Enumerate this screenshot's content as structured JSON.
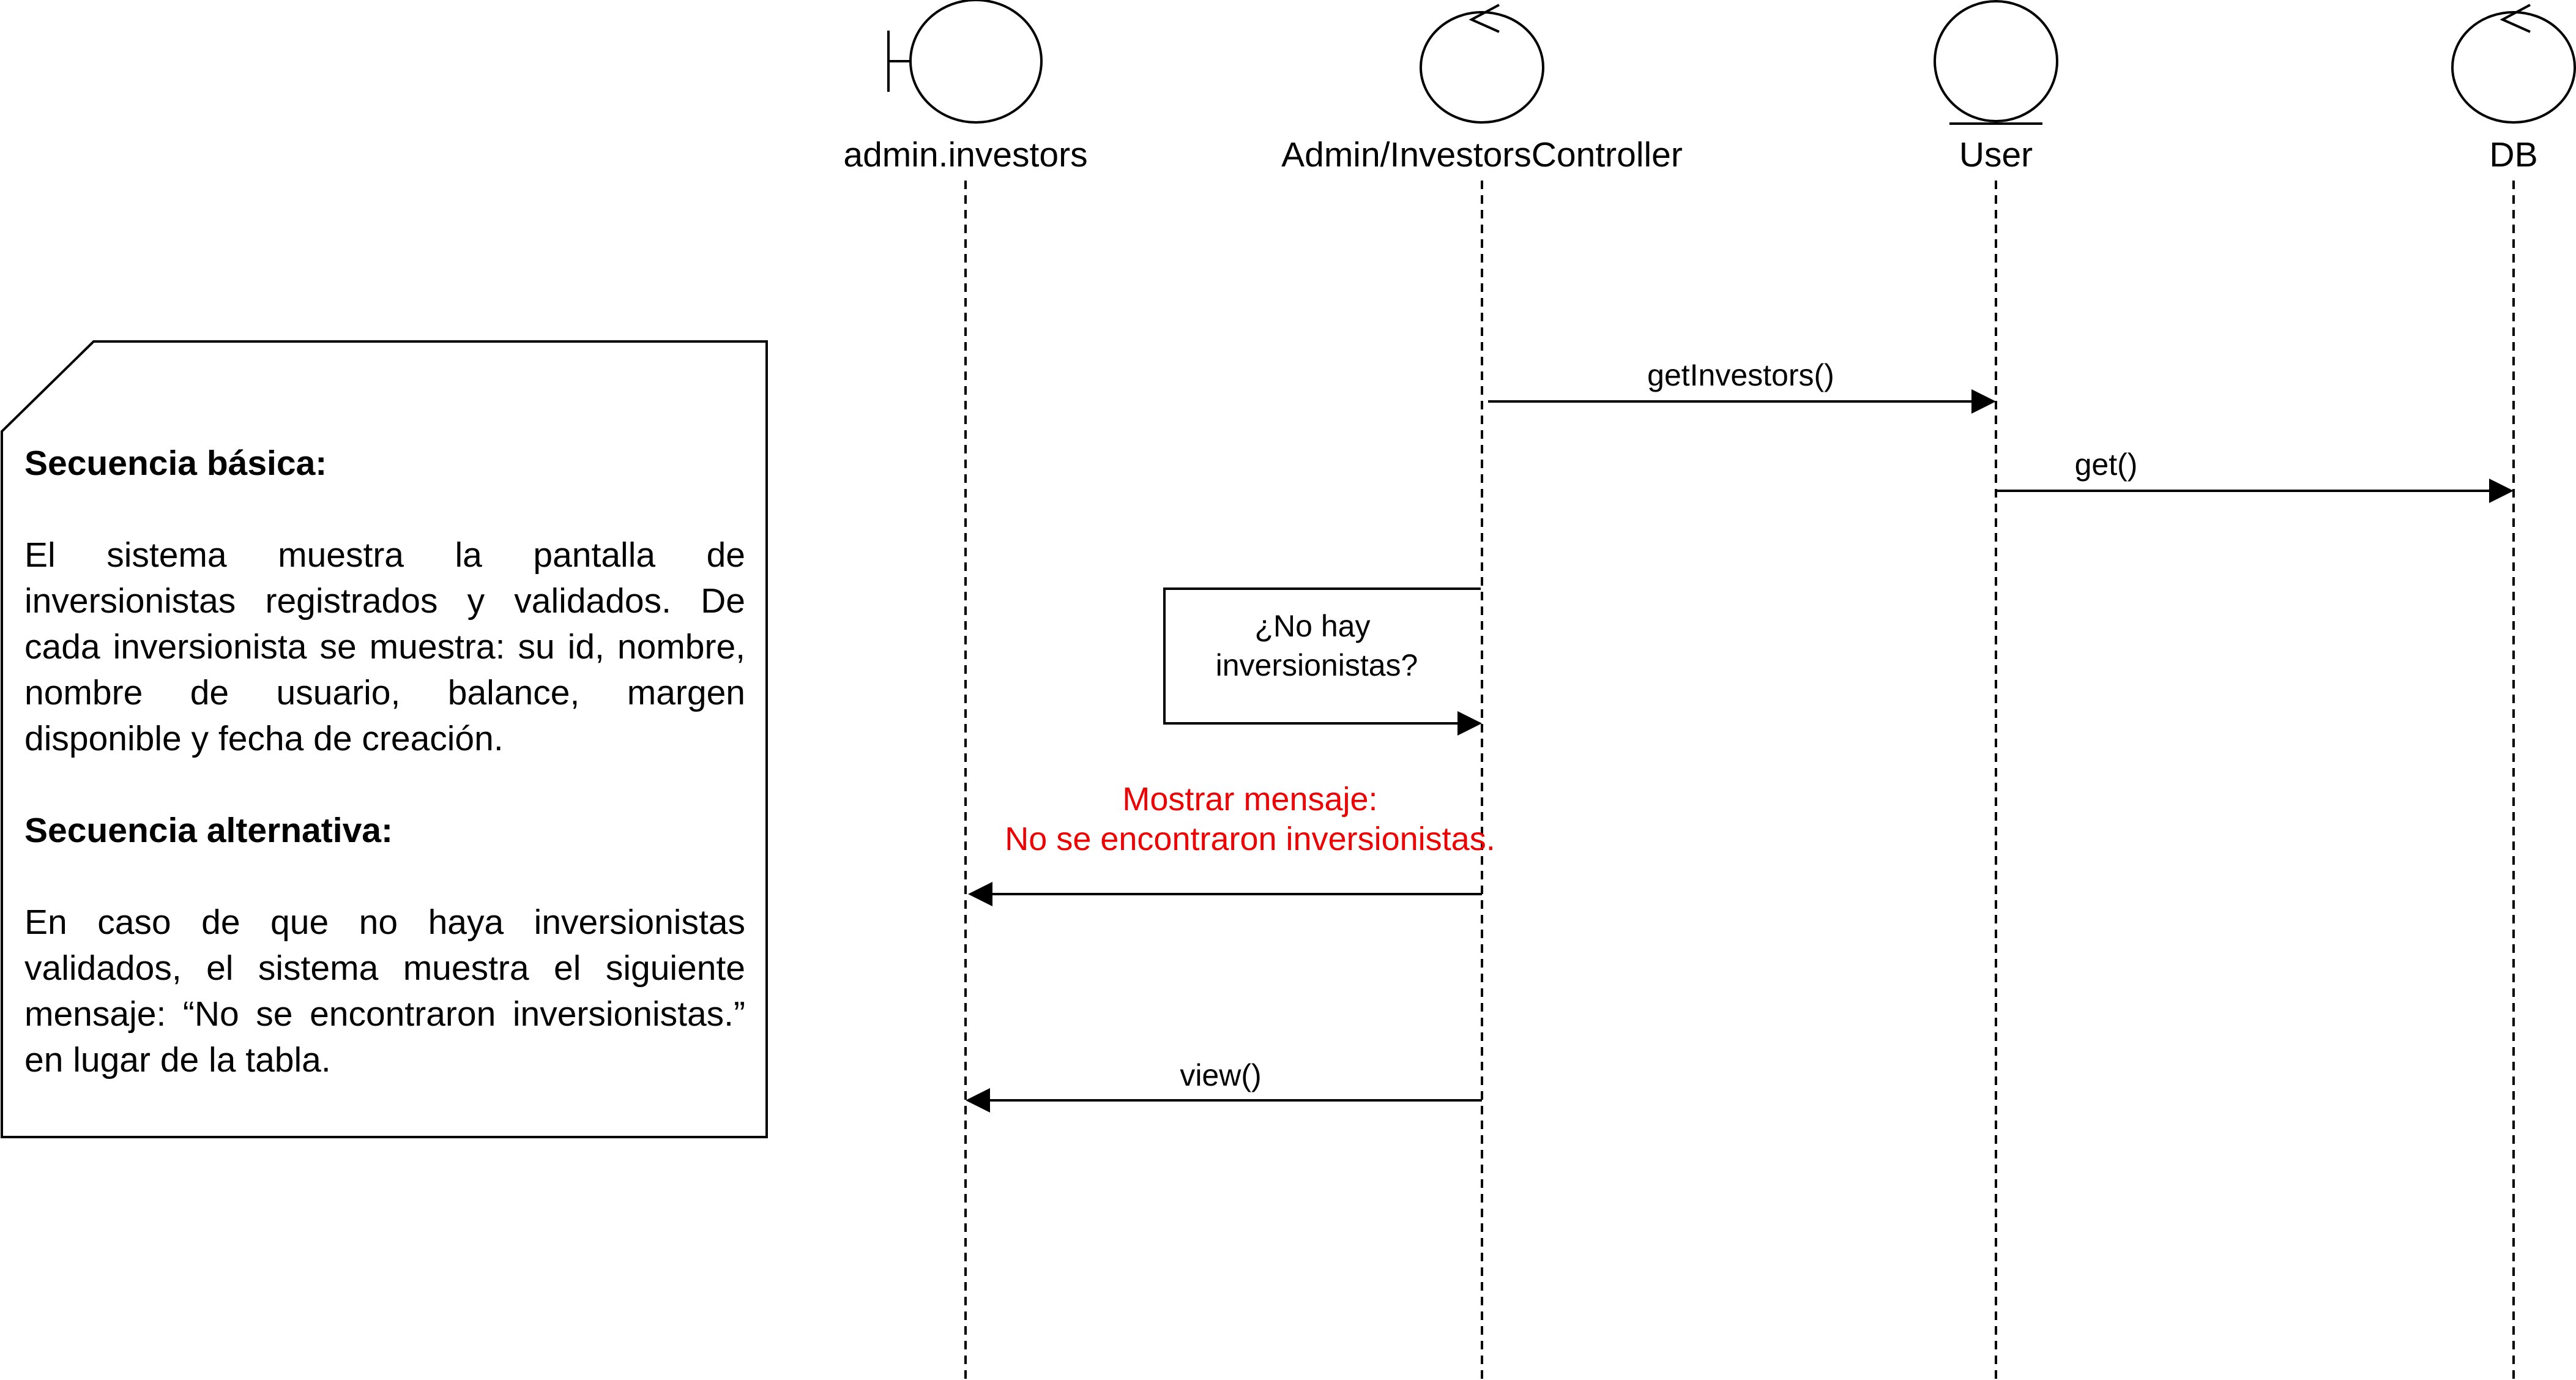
{
  "lifelines": [
    {
      "id": "boundary",
      "name": "admin.investors",
      "icon": "boundary-icon"
    },
    {
      "id": "controller",
      "name": "Admin/InvestorsController",
      "icon": "control-icon"
    },
    {
      "id": "user",
      "name": "User",
      "icon": "entity-icon"
    },
    {
      "id": "db",
      "name": "DB",
      "icon": "control-icon"
    }
  ],
  "messages": [
    {
      "id": "get-investors",
      "label": "getInvestors()"
    },
    {
      "id": "get",
      "label": "get()"
    },
    {
      "id": "self-check",
      "lines": [
        "¿No hay",
        "inversionistas?"
      ]
    },
    {
      "id": "show-message",
      "lines": [
        "Mostrar mensaje:",
        "No se encontraron inversionistas."
      ]
    },
    {
      "id": "view",
      "label": "view()"
    }
  ],
  "note": {
    "basic_heading": "Secuencia básica:",
    "basic_text": "El sistema muestra la pantalla de inversionistas registrados y validados. De cada inversionista se muestra: su id, nombre, nombre de usuario, balance, margen disponible y fecha de creación.",
    "alt_heading": "Secuencia alternativa:",
    "alt_text": "En caso de que no haya inversionistas validados, el sistema muestra el siguiente mensaje: “No se encontraron inversionistas.” en lugar de la tabla."
  },
  "colors": {
    "line": "#000000",
    "alert_text": "#ee0000",
    "background": "#ffffff"
  }
}
